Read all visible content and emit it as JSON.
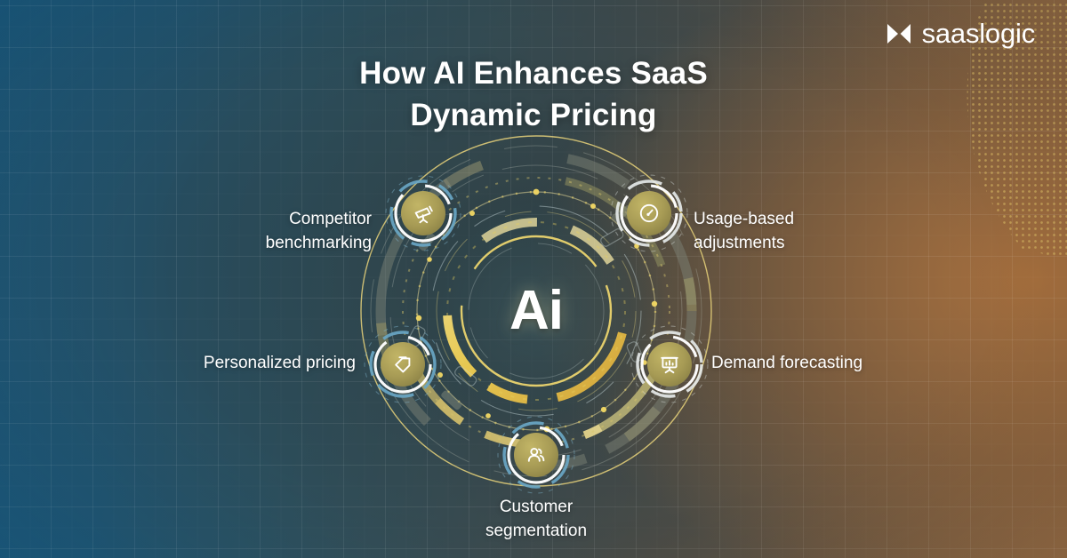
{
  "brand": {
    "name": "saaslogic",
    "mark_icon": "bowtie-triangles-icon"
  },
  "header": {
    "title_line1": "How AI Enhances SaaS",
    "title_line2": "Dynamic Pricing"
  },
  "diagram": {
    "center_label": "Ai",
    "center_icon": "ai-core-icon",
    "nodes": [
      {
        "id": "competitor",
        "label": "Competitor\nbenchmarking",
        "icon": "telescope-icon",
        "ring": "blue"
      },
      {
        "id": "usage",
        "label": "Usage-based\nadjustments",
        "icon": "gauge-icon",
        "ring": "white"
      },
      {
        "id": "personalized",
        "label": "Personalized pricing",
        "icon": "price-tag-icon",
        "ring": "blue"
      },
      {
        "id": "demand",
        "label": "Demand forecasting",
        "icon": "presentation-chart-icon",
        "ring": "white"
      },
      {
        "id": "customer",
        "label": "Customer\nsegmentation",
        "icon": "users-icon",
        "ring": "blue"
      }
    ]
  },
  "colors": {
    "background_left": "#1a5e86",
    "background_right": "#a3764c",
    "background_center": "#2e3e42",
    "accent_gold": "#e9c94a",
    "accent_gold_light": "#f6e08a",
    "node_fill": "#a79b55",
    "ring_blue": "#69a6c4",
    "ring_white": "#ffffff",
    "text": "#ffffff"
  }
}
